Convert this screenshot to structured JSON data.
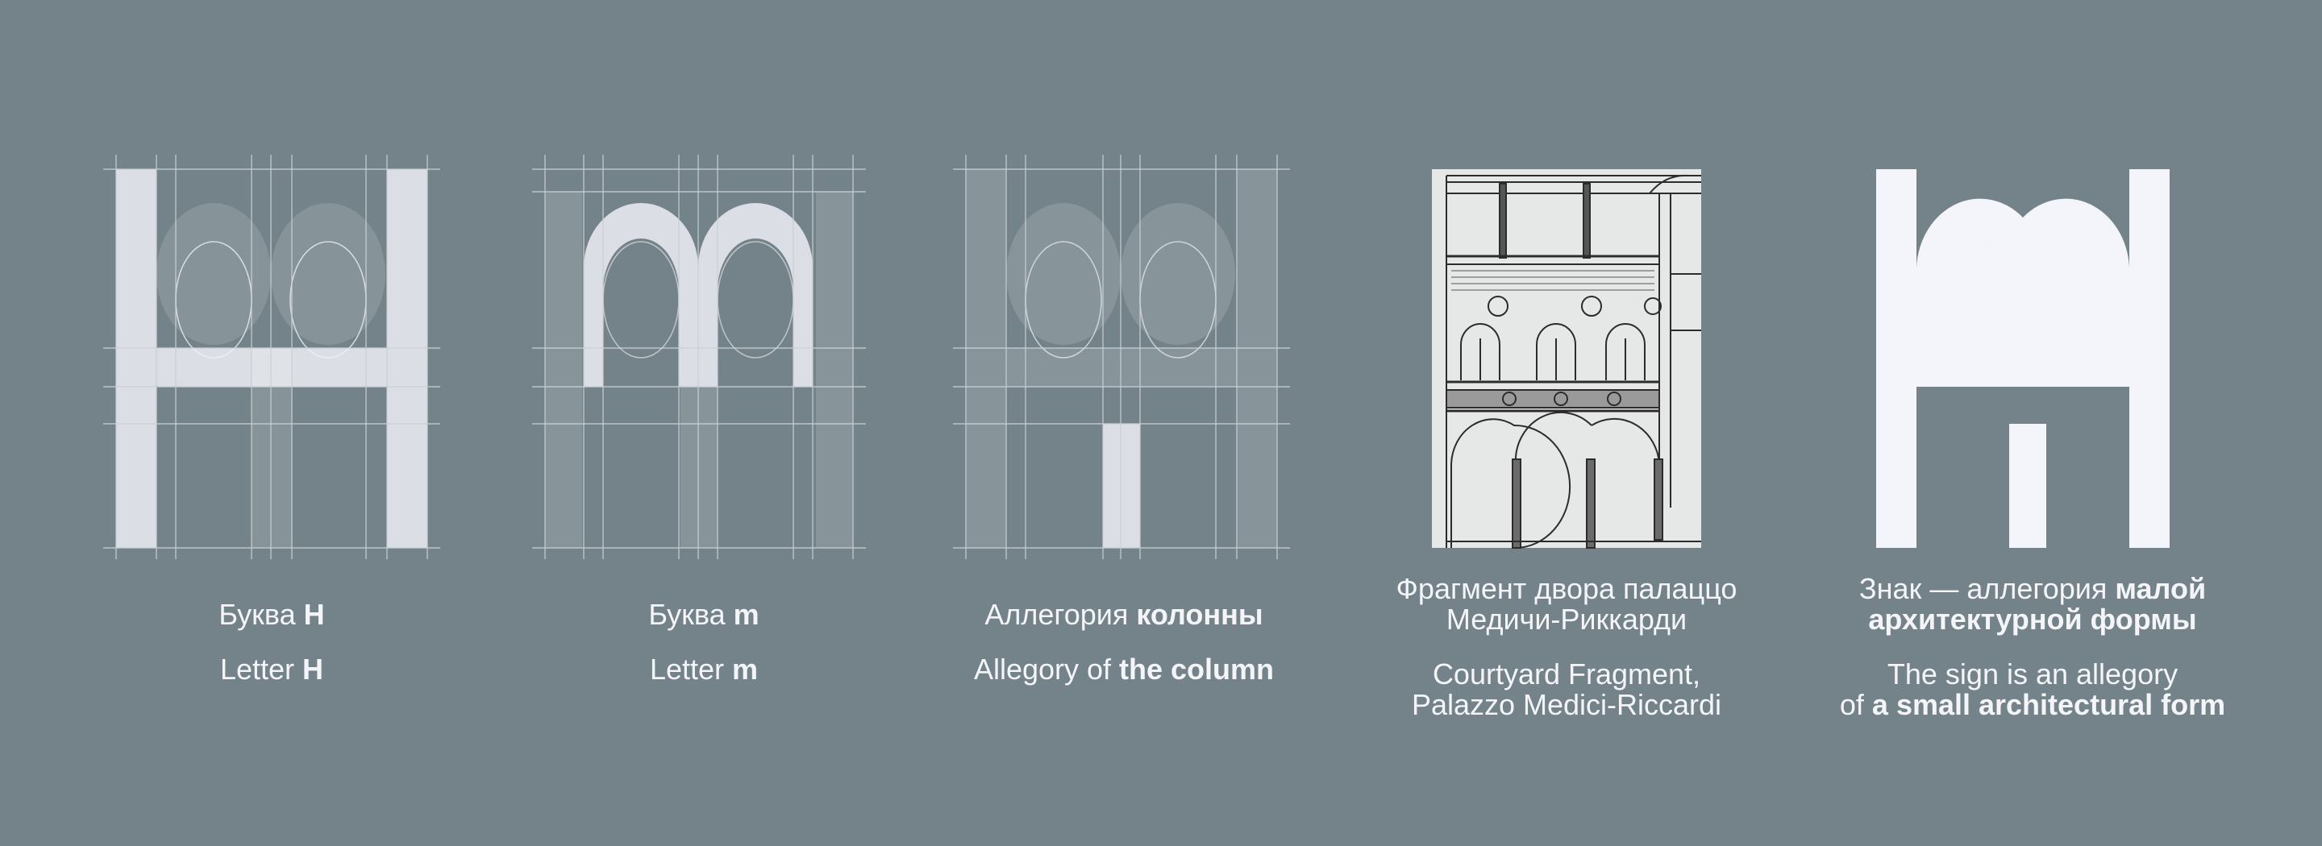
{
  "colors": {
    "background": "#748389",
    "glyph_fill": "#dbdee4",
    "guide_line": "#c9d0d4",
    "sign_fill": "#f4f5fb"
  },
  "panels": [
    {
      "id": "letter-h",
      "caption_ru": {
        "plain": "Буква ",
        "bold": "Н"
      },
      "caption_en": {
        "plain": "Letter ",
        "bold": "H"
      }
    },
    {
      "id": "letter-m",
      "caption_ru": {
        "plain": "Буква ",
        "bold": "m"
      },
      "caption_en": {
        "plain": "Letter ",
        "bold": "m"
      }
    },
    {
      "id": "column",
      "caption_ru": {
        "plain": "Аллегория ",
        "bold": "колонны"
      },
      "caption_en": {
        "plain": "Allegory of ",
        "bold": "the column"
      }
    },
    {
      "id": "fragment",
      "caption_ru": {
        "line1": "Фрагмент двора палаццо",
        "line2": "Медичи-Риккарди"
      },
      "caption_en": {
        "line1": "Courtyard Fragment,",
        "line2": "Palazzo Medici-Riccardi"
      }
    },
    {
      "id": "sign",
      "caption_ru": {
        "line1_plain": "Знак — аллегория ",
        "line1_bold": "малой",
        "line2_bold": "архитектурной формы"
      },
      "caption_en": {
        "line1_plain": "The sign is an allegory",
        "line2_plain": "of ",
        "line2_bold": "a small architectural form"
      }
    }
  ]
}
